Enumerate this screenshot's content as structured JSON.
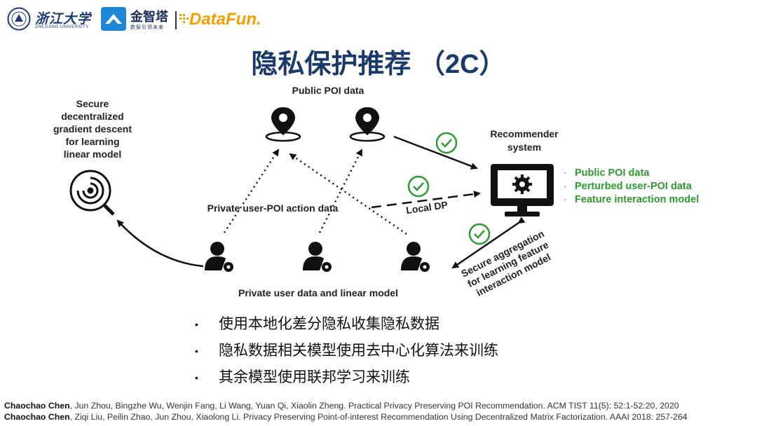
{
  "header": {
    "zju_name": "浙江大学",
    "zju_english": "ZHEJIANG UNIVERSITY",
    "jinzhita_name": "金智塔",
    "jinzhita_tagline": "数智引领未来",
    "datafun": "DataFun."
  },
  "title": "隐私保护推荐 （2C）",
  "diagram": {
    "left_label": [
      "Secure",
      "decentralized",
      "gradient descent",
      "for learning",
      "linear model"
    ],
    "public_poi_label": "Public POI data",
    "recommender_label": [
      "Recommender",
      "system"
    ],
    "private_action_label": "Private user-POI action data",
    "local_dp_label": "Local DP",
    "users_label": "Private user data and linear model",
    "secure_agg_label": [
      "Secure aggregation",
      "for learning feature",
      "interaction model"
    ],
    "green_items": [
      "Public POI data",
      "Perturbed user-POI data",
      "Feature interaction model"
    ],
    "bullet_glyph": "·",
    "colors": {
      "green": "#2e9b2e",
      "title": "#1a3a6b",
      "arrow": "#111111"
    },
    "icons": [
      "location-pin-icon",
      "computer-monitor-gear-icon",
      "user-gear-icon",
      "fingerprint-search-icon",
      "check-circle-icon"
    ]
  },
  "bullets": {
    "glyph": "•",
    "items": [
      "使用本地化差分隐私收集隐私数据",
      "隐私数据相关模型使用去中心化算法来训练",
      "其余模型使用联邦学习来训练"
    ]
  },
  "references": [
    {
      "author": "Chaochao Chen",
      "rest": ", Jun Zhou, Bingzhe Wu, Wenjin Fang, Li Wang, Yuan Qi, Xiaolin Zheng. Practical Privacy Preserving POI Recommendation. ACM TIST 11(5): 52:1-52:20, 2020"
    },
    {
      "author": "Chaochao Chen",
      "rest": ", Ziqi Liu, Peilin Zhao, Jun Zhou, Xiaolong Li. Privacy Preserving Point-of-interest Recommendation Using Decentralized Matrix Factorization. AAAI 2018: 257-264"
    }
  ]
}
